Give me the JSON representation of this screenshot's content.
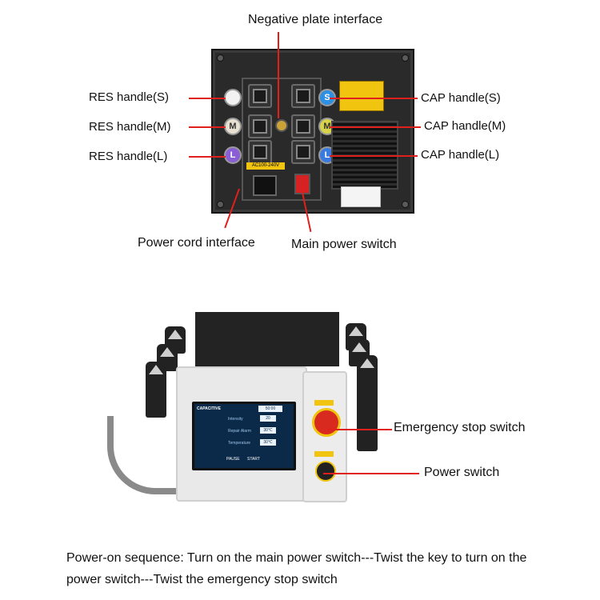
{
  "rear_labels": {
    "negative_plate": "Negative plate interface",
    "res_s": "RES handle(S)",
    "res_m": "RES handle(M)",
    "res_l": "RES handle(L)",
    "cap_s": "CAP handle(S)",
    "cap_m": "CAP handle(M)",
    "cap_l": "CAP handle(L)",
    "power_cord": "Power cord interface",
    "main_switch": "Main power switch"
  },
  "front_labels": {
    "emergency_stop": "Emergency stop switch",
    "power_switch": "Power switch"
  },
  "panel_text": {
    "voltage": "AC100-240V",
    "handle_s": "S",
    "handle_m": "M",
    "handle_l": "L"
  },
  "screen": {
    "mode": "CAPACITIVE",
    "timer": "50:00",
    "intensity_label": "Intensity",
    "intensity_value": "20",
    "repair_label": "Repair Alarm",
    "repair_value": "30℃",
    "temperature_label": "Temperature",
    "temperature_value": "30℃",
    "pause_label": "PAUSE",
    "start_label": "START"
  },
  "caption": "Power-on sequence: Turn on the main power switch---Twist the key to turn on the power switch---Twist the emergency stop switch",
  "colors": {
    "pointer": "#e0201c",
    "panel": "#2a2a2a",
    "warning": "#f1c40f"
  }
}
